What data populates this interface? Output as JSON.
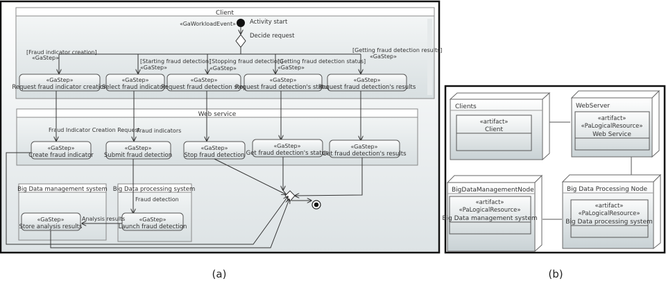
{
  "panel_a": {
    "caption": "(a)",
    "partitions": {
      "client": "Client",
      "web_service": "Web service",
      "bd_mgmt": "Big Data management system",
      "bd_proc": "Big Data processing system"
    },
    "initial": {
      "stereotype": "«GaWorkloadEvent»",
      "label": "Activity start"
    },
    "decision": {
      "label": "Decide request"
    },
    "guards": [
      {
        "guard": "[Fraud indicator creation]",
        "stereotype": "«GaStep»"
      },
      {
        "guard": "[Starting fraud detection]",
        "stereotype": "«GaStep»"
      },
      {
        "guard": "[Stopping fraud detection]",
        "stereotype": "«GaStep»"
      },
      {
        "guard": "[Getting fraud detection status]",
        "stereotype": "«GaStep»"
      },
      {
        "guard": "[Getting fraud detection results]",
        "stereotype": "«GaStep»"
      }
    ],
    "client_actions": [
      {
        "stereotype": "«GaStep»",
        "name": "Request fraud indicator creation"
      },
      {
        "stereotype": "«GaStep»",
        "name": "Select fraud indicators"
      },
      {
        "stereotype": "«GaStep»",
        "name": "Request fraud detection stop"
      },
      {
        "stereotype": "«GaStep»",
        "name": "Request fraud detection's status"
      },
      {
        "stereotype": "«GaStep»",
        "name": "Request fraud detection's results"
      }
    ],
    "flow_labels": {
      "creation_request": "Fraud Indicator Creation Request",
      "fraud_indicators": "Fraud indicators",
      "fraud_detection": "Fraud detection",
      "analysis_results": "Analysis results"
    },
    "ws_actions": [
      {
        "stereotype": "«GaStep»",
        "name": "Create fraud indicator"
      },
      {
        "stereotype": "«GaStep»",
        "name": "Submit fraud detection"
      },
      {
        "stereotype": "«GaStep»",
        "name": "Stop fraud detection"
      },
      {
        "stereotype": "«GaStep»",
        "name": "Get fraud detection's status"
      },
      {
        "stereotype": "«GaStep»",
        "name": "Get fraud detection's results"
      }
    ],
    "bd_actions": [
      {
        "stereotype": "«GaStep»",
        "name": "Store analysis results"
      },
      {
        "stereotype": "«GaStep»",
        "name": "Launch fraud detection"
      }
    ]
  },
  "panel_b": {
    "caption": "(b)",
    "nodes": [
      {
        "name": "Clients",
        "artifact": {
          "stereotypes": [
            "«artifact»"
          ],
          "name": "Client"
        }
      },
      {
        "name": "WebServer",
        "artifact": {
          "stereotypes": [
            "«artifact»",
            "«PaLogicalResource»"
          ],
          "name": "Web Service"
        }
      },
      {
        "name": "BigDataManagementNode",
        "artifact": {
          "stereotypes": [
            "«artifact»",
            "«PaLogicalResource»"
          ],
          "name": "Big Data management system"
        }
      },
      {
        "name": "Big Data Processing Node",
        "artifact": {
          "stereotypes": [
            "«artifact»",
            "«PaLogicalResource»"
          ],
          "name": "Big Data processing system"
        }
      }
    ]
  },
  "colors": {
    "frame": "#111111",
    "line": "#444444",
    "box_top": "#f8fafa",
    "box_bottom": "#cdd6d8"
  }
}
